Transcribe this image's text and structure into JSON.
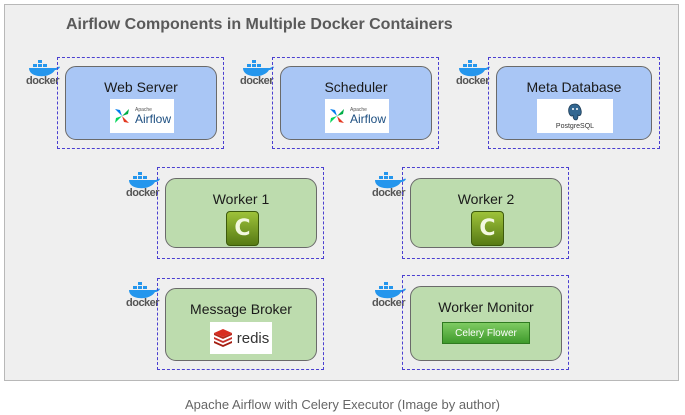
{
  "title": "Airflow Components in Multiple Docker Containers",
  "caption": "Apache Airflow with Celery Executor (Image by author)",
  "docker_label": "docker",
  "components": {
    "web_server": {
      "label": "Web Server",
      "logo_small": "Apache",
      "logo_text": "Airflow"
    },
    "scheduler": {
      "label": "Scheduler",
      "logo_small": "Apache",
      "logo_text": "Airflow"
    },
    "meta_database": {
      "label": "Meta Database",
      "logo_text": "PostgreSQL"
    },
    "worker1": {
      "label": "Worker 1",
      "logo_text": "C"
    },
    "worker2": {
      "label": "Worker 2",
      "logo_text": "C"
    },
    "message_broker": {
      "label": "Message Broker",
      "logo_text": "redis"
    },
    "worker_monitor": {
      "label": "Worker Monitor",
      "logo_text": "Celery Flower"
    }
  },
  "colors": {
    "blue_component": "#a9c6f5",
    "green_component": "#bddcae",
    "dashed_border": "#4a3fd0",
    "docker_blue": "#2496ed"
  },
  "icons": [
    "docker-icon",
    "airflow-icon",
    "postgresql-icon",
    "celery-icon",
    "redis-icon",
    "celery-flower-icon"
  ]
}
